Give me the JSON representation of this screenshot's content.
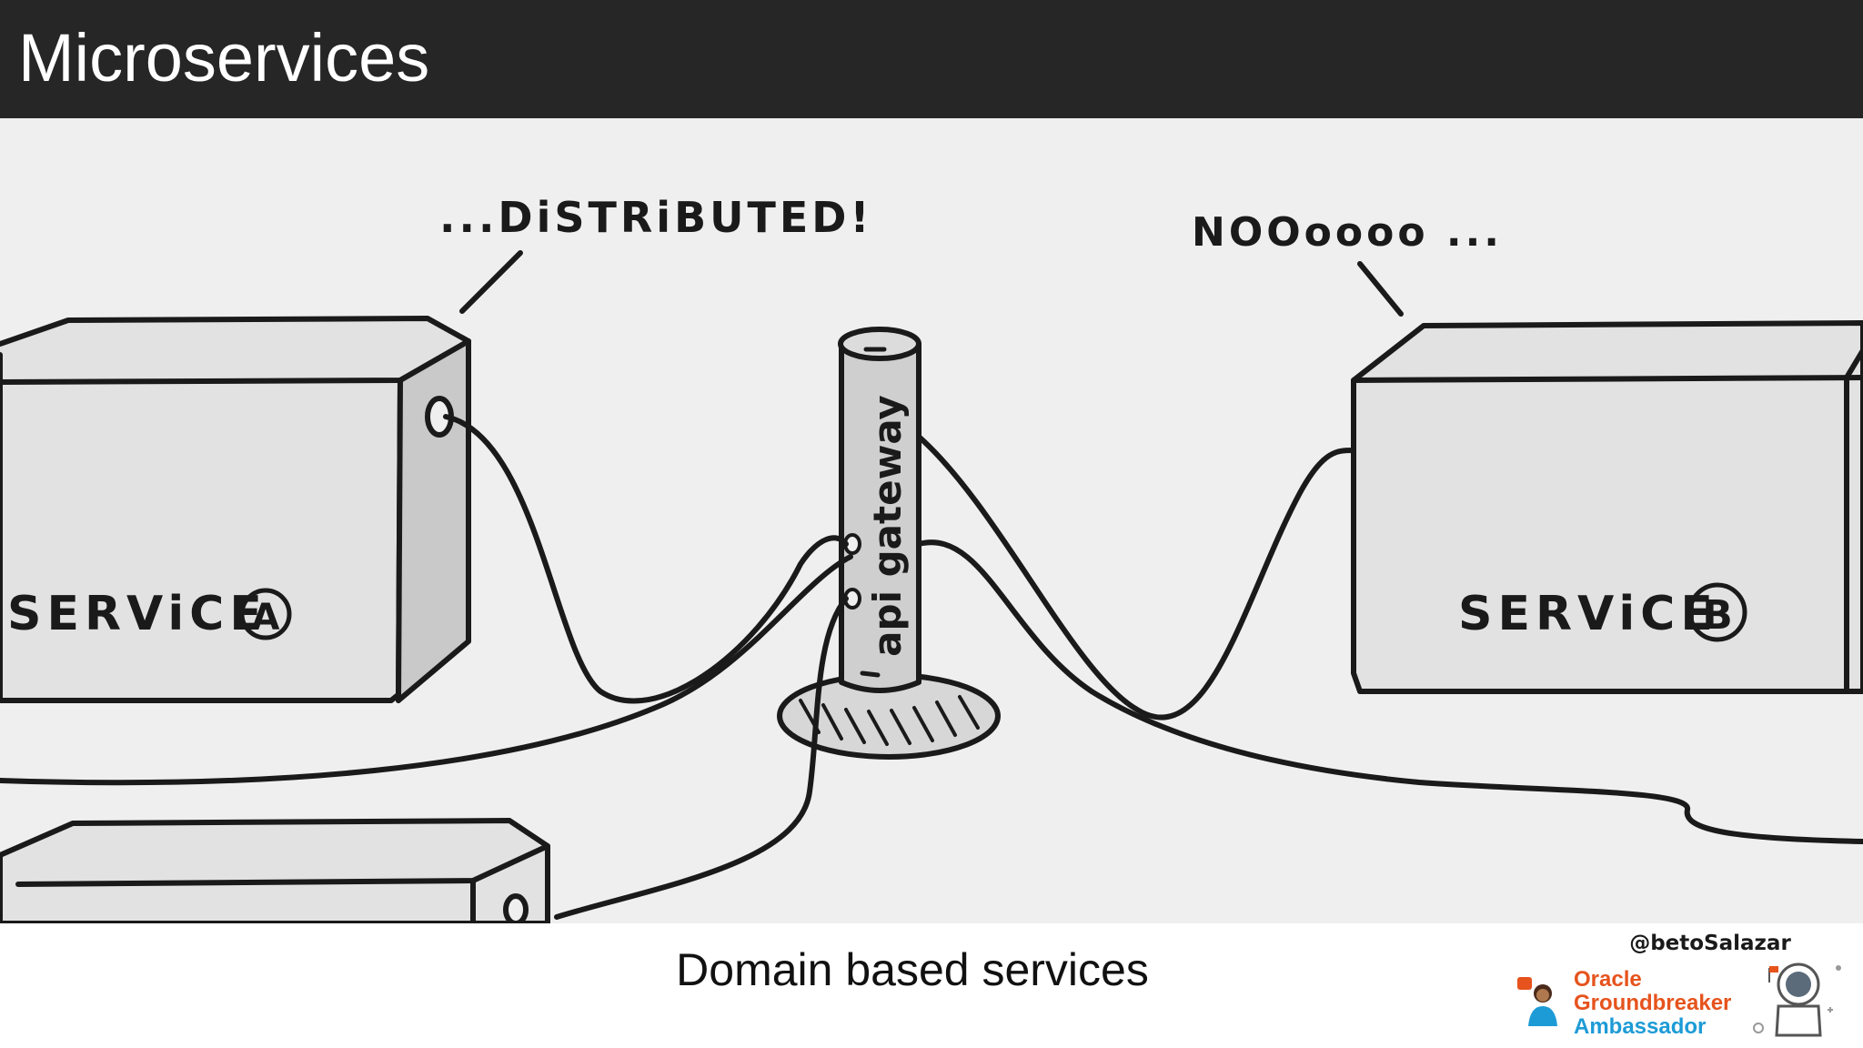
{
  "slide": {
    "title": "Microservices",
    "caption": "Domain based services"
  },
  "sketch": {
    "speech_left": "...DiSTRiBUTED!",
    "speech_right": "NOOoooo ...",
    "service_a_label": "SERViCE",
    "service_a_letter": "A",
    "service_b_label": "SERViCE",
    "service_b_letter": "B",
    "gateway_label": "api gateway"
  },
  "footer": {
    "handle": "@betoSalazar",
    "badge_line1": "Oracle",
    "badge_line2": "Groundbreaker",
    "badge_line3": "Ambassador"
  },
  "colors": {
    "title_bar": "#262626",
    "sketch_bg": "#efefef",
    "badge_orange": "#e6531d",
    "badge_blue": "#1d9bd6"
  }
}
